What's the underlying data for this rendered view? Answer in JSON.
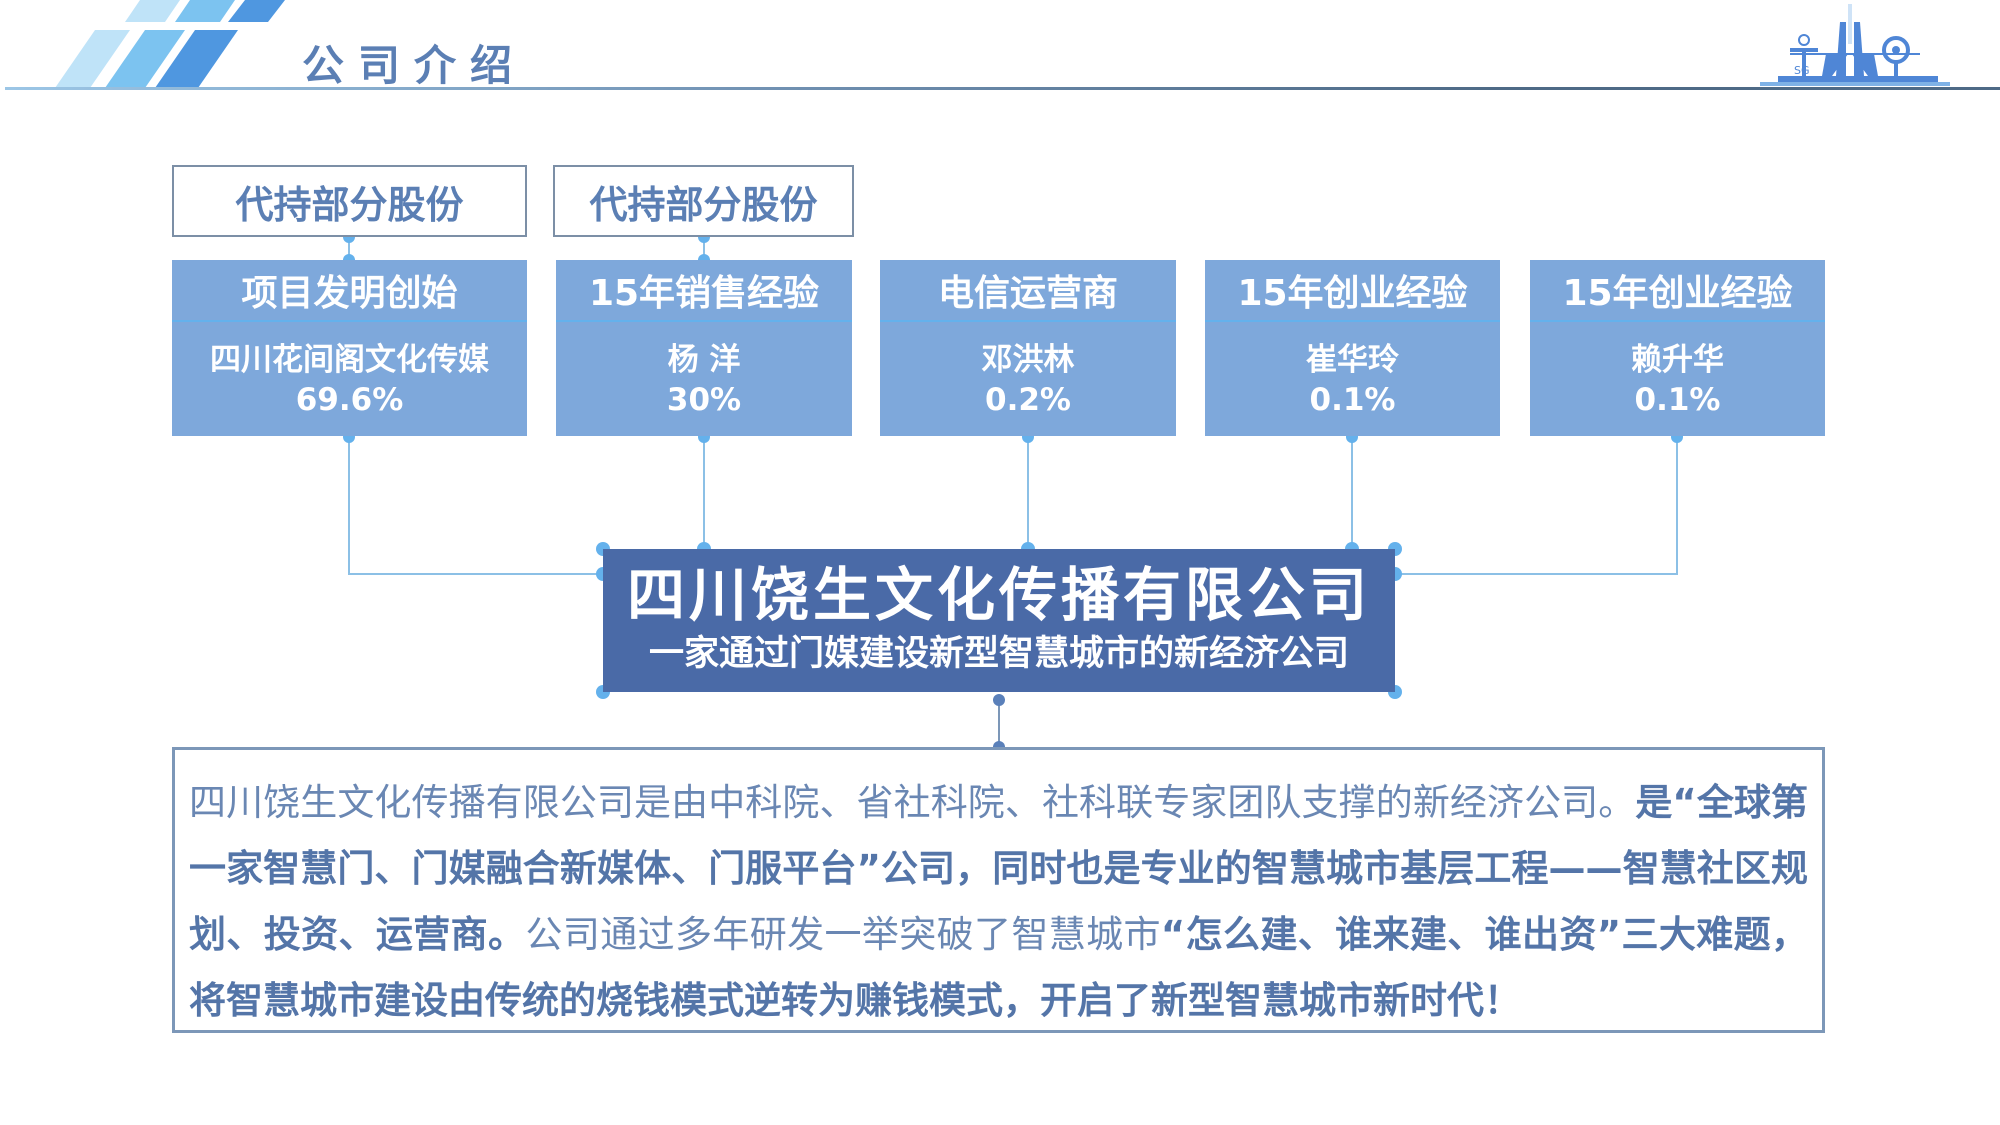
{
  "header": {
    "title": "公司介绍",
    "logo_icon": "city-skyline-icon"
  },
  "colors": {
    "title": "#5b7fb4",
    "card_bg": "#7ea8db",
    "company_bg": "#4a6aa7",
    "connector": "#8cc0e6",
    "node_dot": "#64b1ec",
    "border": "#7c97b8"
  },
  "notes": [
    {
      "label": "代持部分股份"
    },
    {
      "label": "代持部分股份"
    }
  ],
  "shareholders": [
    {
      "role": "项目发明创始",
      "name": "四川花间阁文化传媒",
      "share": "69.6%"
    },
    {
      "role": "15年销售经验",
      "name": "杨 洋",
      "share": "30%"
    },
    {
      "role": "电信运营商",
      "name": "邓洪林",
      "share": "0.2%"
    },
    {
      "role": "15年创业经验",
      "name": "崔华玲",
      "share": "0.1%"
    },
    {
      "role": "15年创业经验",
      "name": "赖升华",
      "share": "0.1%"
    }
  ],
  "company": {
    "name": "四川饶生文化传播有限公司",
    "tagline": "一家通过门媒建设新型智慧城市的新经济公司"
  },
  "description": {
    "segments": [
      {
        "text": "四川饶生文化传播有限公司是由中科院、省社科院、社科联专家团队支撑的新经济公司。",
        "bold": false
      },
      {
        "text": "是“全球第一家智慧门、门媒融合新媒体、门服平台”公司，同时也是专业的智慧城市基层工程——智慧社区规划、投资、运营商。",
        "bold": true
      },
      {
        "text": "公司通过多年研发一举突破了智慧城市",
        "bold": false
      },
      {
        "text": "“怎么建、谁来建、谁出资”三大难题，将智慧城市建设由传统的烧钱模式逆转为赚钱模式，开启了新型智慧城市新时代！",
        "bold": true
      }
    ]
  }
}
